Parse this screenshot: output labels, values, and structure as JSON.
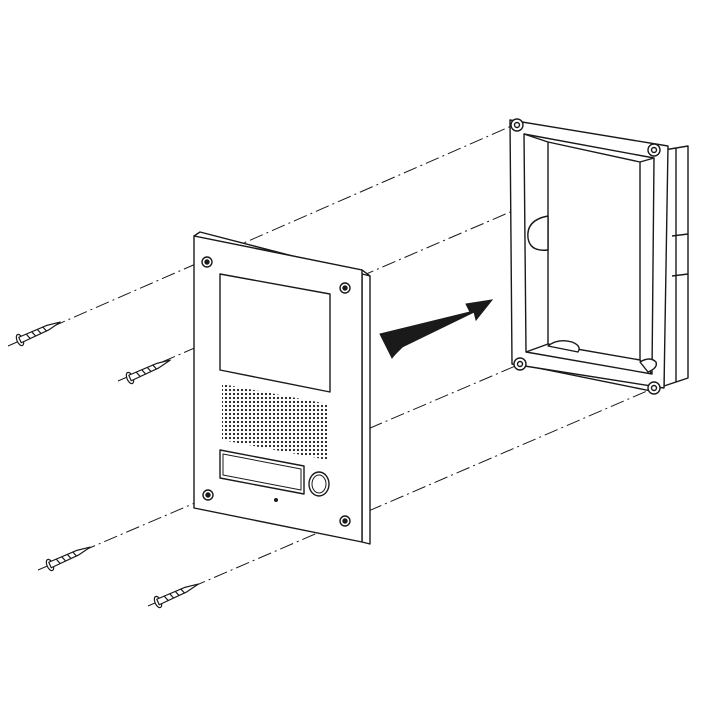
{
  "diagram": {
    "kind": "exploded-assembly-line-drawing",
    "stroke_color": "#1a1a1a",
    "background_color": "#ffffff",
    "parts": [
      {
        "name": "door-station-panel",
        "features": [
          "display-screen",
          "speaker-grille",
          "name-tag-label",
          "call-button",
          "microphone-hole",
          "screw-holes"
        ]
      },
      {
        "name": "surface-mount-back-box",
        "features": [
          "corner-screw-bosses",
          "cable-knockouts"
        ]
      },
      {
        "name": "mounting-screws",
        "count": 4
      },
      {
        "name": "assembly-direction-arrow"
      }
    ]
  }
}
